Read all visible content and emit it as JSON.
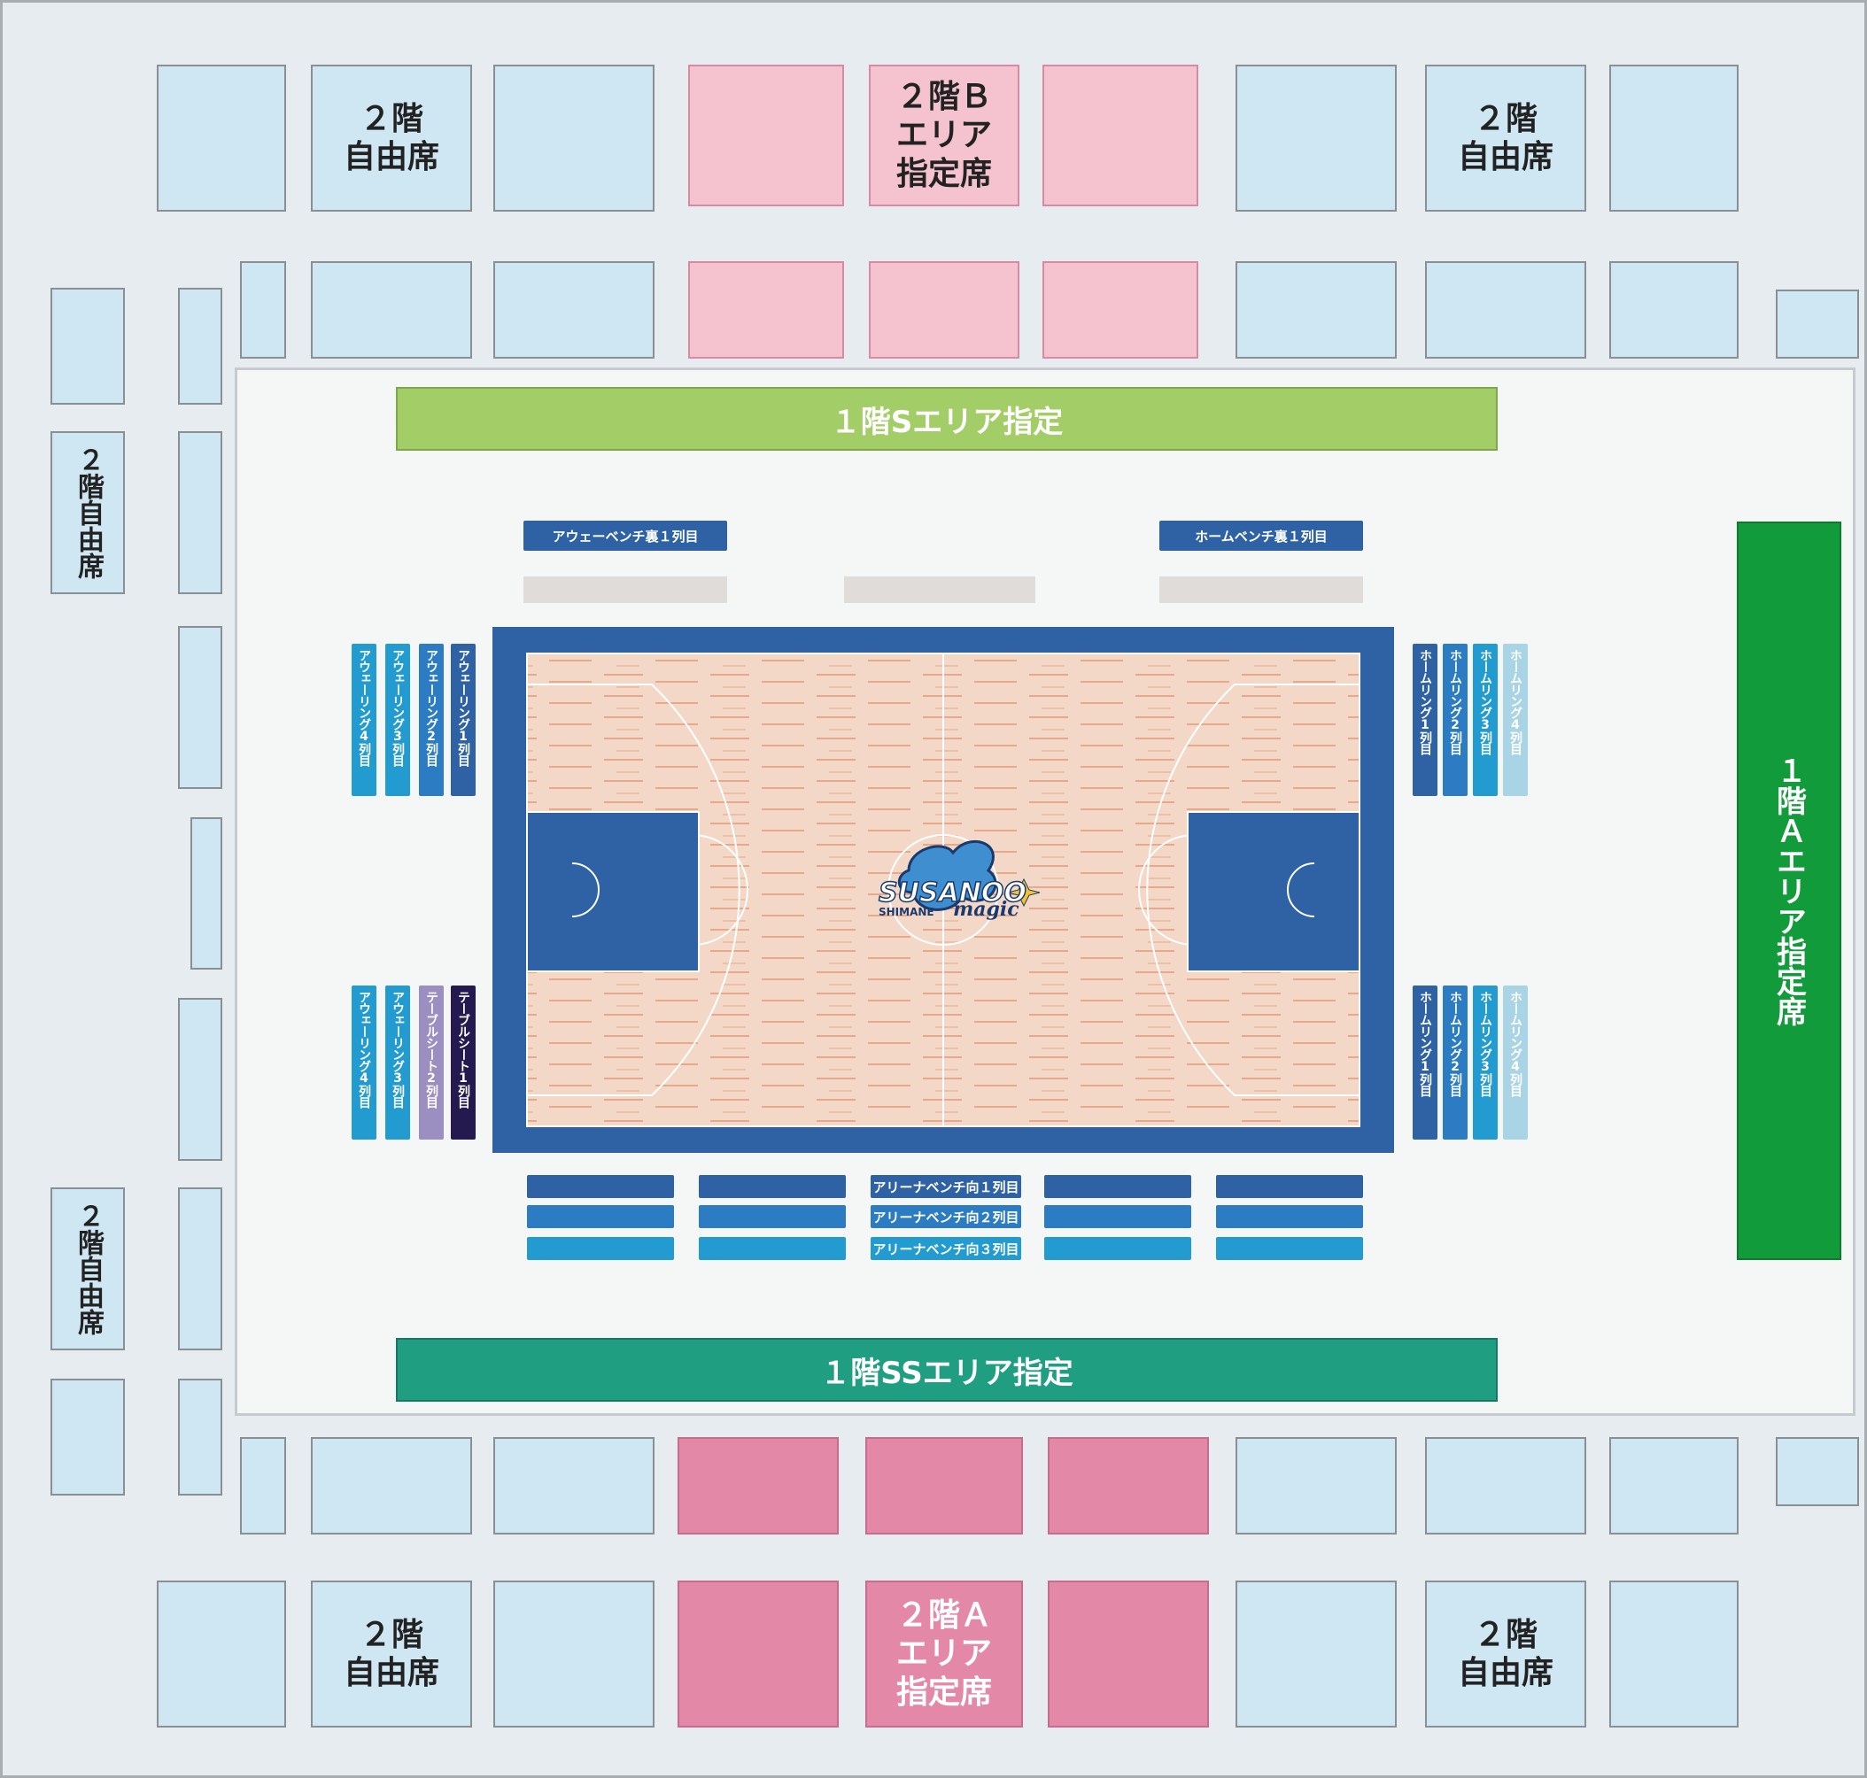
{
  "labels": {
    "free2": "２階\n自由席",
    "free2_vertical": "２階自由席",
    "b_area": "２階Ｂ\nエリア\n指定席",
    "a_area": "２階Ａ\nエリア\n指定席",
    "s_area": "１階Sエリア指定",
    "ss_area": "１階SSエリア指定",
    "a1_area": "１階Ａエリア指定席"
  },
  "bench": {
    "away_back_row1": "アウェーベンチ裏１列目",
    "home_back_row1": "ホームベンチ裏１列目",
    "arena_row1": "アリーナベンチ向１列目",
    "arena_row2": "アリーナベンチ向２列目",
    "arena_row3": "アリーナベンチ向３列目"
  },
  "ring": {
    "away4": "アウェーリング4列目",
    "away3": "アウェーリング3列目",
    "away2": "アウェーリング2列目",
    "away1": "アウェーリング1列目",
    "table2": "テーブルシート2列目",
    "table1": "テーブルシート1列目",
    "home1": "ホームリング1列目",
    "home2": "ホームリング2列目",
    "home3": "ホームリング3列目",
    "home4": "ホームリング4列目"
  },
  "logo": {
    "main": "SUSANOO",
    "sub": "magic",
    "team": "SHIMANE"
  },
  "colors": {
    "free": "#cfe7f3",
    "pink_b": "#f4c3cf",
    "pink_a": "#e488a8",
    "s_band": "#a3cd67",
    "ss_band": "#1f9e81",
    "a1_band": "#129b3b",
    "court_border": "#2e62a5",
    "bench_dark": "#2e62a5",
    "bench_mid": "#2b7cc2",
    "bench_light": "#229bd0",
    "ring_pale": "#a9d4e6",
    "table_purple": "#9b8ec0",
    "table_navy": "#241a4f"
  }
}
